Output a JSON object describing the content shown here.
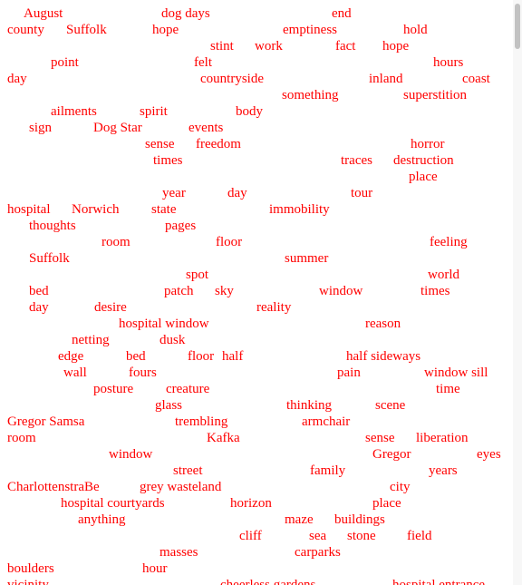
{
  "theme": {
    "text_color": "#ff0000",
    "background": "#ffffff"
  },
  "words": [
    "August",
    "dog days",
    "end",
    "county",
    "Suffolk",
    "hope",
    "emptiness",
    "hold",
    "stint",
    "work",
    "fact",
    "hope",
    "point",
    "felt",
    "hours",
    "day",
    "countryside",
    "inland",
    "coast",
    "something",
    "superstition",
    "ailments",
    "spirit",
    "body",
    "sign",
    "Dog Star",
    "events",
    "sense",
    "freedom",
    "horror",
    "times",
    "traces",
    "destruction",
    "place",
    "year",
    "day",
    "tour",
    "hospital",
    "Norwich",
    "state",
    "immobility",
    "thoughts",
    "pages",
    "room",
    "floor",
    "feeling",
    "Suffolk",
    "summer",
    "spot",
    "world",
    "bed",
    "patch",
    "sky",
    "window",
    "times",
    "day",
    "desire",
    "reality",
    "hospital window",
    "reason",
    "netting",
    "dusk",
    "edge",
    "bed",
    "floor",
    "half",
    "half sideways",
    "wall",
    "fours",
    "pain",
    "window sill",
    "posture",
    "creature",
    "time",
    "glass",
    "thinking",
    "scene",
    "Gregor Samsa",
    "trembling",
    "armchair",
    "room",
    "Kafka",
    "sense",
    "liberation",
    "window",
    "Gregor",
    "eyes",
    "street",
    "family",
    "years",
    "CharlottenstraBe",
    "grey wasteland",
    "city",
    "hospital courtyards",
    "horizon",
    "place",
    "anything",
    "maze",
    "buildings",
    "cliff",
    "sea",
    "stone",
    "field",
    "masses",
    "carparks",
    "boulders",
    "hour",
    "vicinity",
    "cheerless gardens",
    "hospital entrance"
  ]
}
